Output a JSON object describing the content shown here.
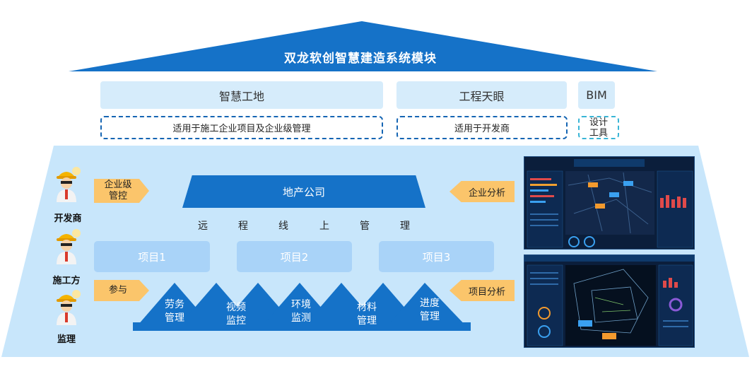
{
  "title": "双龙软创智慧建造系统模块",
  "products": [
    {
      "label": "智慧工地",
      "scope": "适用于施工企业项目及企业级管理"
    },
    {
      "label": "工程天眼",
      "scope": "适用于开发商"
    },
    {
      "label": "BIM",
      "scope_line1": "设计",
      "scope_line2": "工具"
    }
  ],
  "roles": [
    "开发商",
    "施工方",
    "监理"
  ],
  "left_tags": {
    "enterprise": [
      "企业级",
      "管控"
    ],
    "participate": "参与"
  },
  "right_tags": {
    "enterprise_analysis": "企业分析",
    "project_analysis": "项目分析"
  },
  "company": "地产公司",
  "remote_chars": [
    "远",
    "程",
    "线",
    "上",
    "管",
    "理"
  ],
  "projects": [
    "项目1",
    "项目2",
    "项目3"
  ],
  "modules": [
    [
      "劳务",
      "管理"
    ],
    [
      "视频",
      "监控"
    ],
    [
      "环境",
      "监测"
    ],
    [
      "材料",
      "管理"
    ],
    [
      "进度",
      "管理"
    ]
  ],
  "screens": {
    "top_title": "湖南万科工程天眼系统",
    "bottom_title": "湖南万科工程天眼系统"
  },
  "colors": {
    "primary": "#1572c8",
    "light": "#d6ecfb",
    "project": "#a9d3f8",
    "tag": "#fbc56b",
    "background": "#c8e6fb"
  }
}
